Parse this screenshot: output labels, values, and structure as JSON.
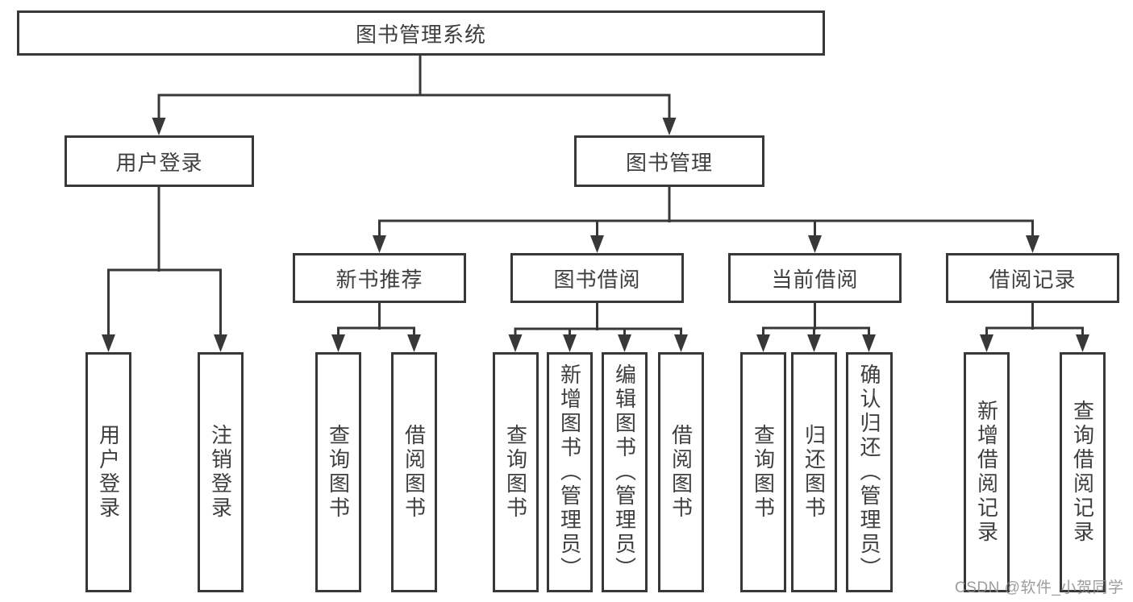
{
  "title": {
    "label": "图书管理系统"
  },
  "branches": {
    "user_login": {
      "label": "用户登录",
      "children": [
        {
          "label": "用户登录"
        },
        {
          "label": "注销登录"
        }
      ]
    },
    "book_mgmt": {
      "label": "图书管理",
      "groups": [
        {
          "label": "新书推荐",
          "children": [
            {
              "label": "查询图书"
            },
            {
              "label": "借阅图书"
            }
          ]
        },
        {
          "label": "图书借阅",
          "children": [
            {
              "label": "查询图书"
            },
            {
              "label": "新增图书（管理员）"
            },
            {
              "label": "编辑图书（管理员）"
            },
            {
              "label": "借阅图书"
            }
          ]
        },
        {
          "label": "当前借阅",
          "children": [
            {
              "label": "查询图书"
            },
            {
              "label": "归还图书"
            },
            {
              "label": "确认归还（管理员）"
            }
          ]
        },
        {
          "label": "借阅记录",
          "children": [
            {
              "label": "新增借阅记录"
            },
            {
              "label": "查询借阅记录"
            }
          ]
        }
      ]
    }
  },
  "watermark": {
    "text": "CSDN @软件_小贺同学"
  },
  "colors": {
    "line": "#383838",
    "text": "#3f3f3f",
    "background": "#ffffff",
    "watermark": "#8c8c8c"
  }
}
